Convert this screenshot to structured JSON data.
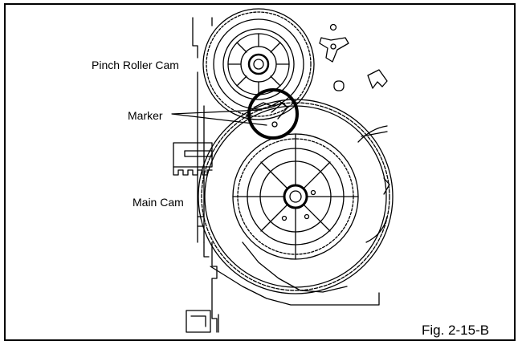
{
  "figure": {
    "caption": "Fig. 2-15-B",
    "labels": {
      "pinch_roller_cam": "Pinch Roller Cam",
      "marker": "Marker",
      "main_cam": "Main Cam"
    },
    "highlight_color": "#000000"
  }
}
